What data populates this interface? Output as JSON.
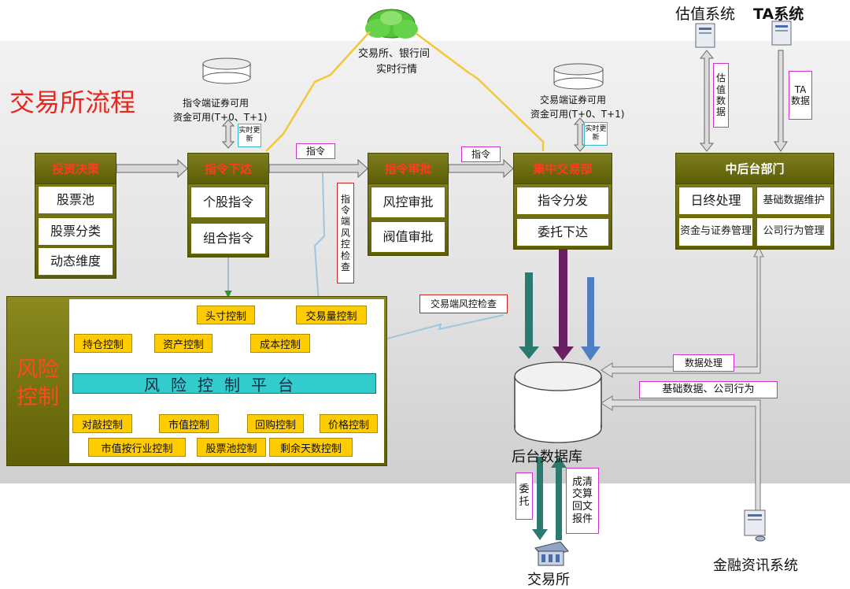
{
  "title": "交易所流程",
  "cloud": {
    "line1": "交易所、银行间",
    "line2": "实时行情"
  },
  "top_systems": {
    "valuation": "估值系统",
    "ta": "TA系统"
  },
  "flow_tags": {
    "valuation_data": "估值数据",
    "ta_data": "TA数据",
    "instruction_1": "指令",
    "instruction_2": "指令",
    "realtime_update_1": "实时更新",
    "realtime_update_2": "实时更新",
    "instruction_risk_check": "指令端风控检查",
    "exchange_risk_check": "交易端风控检查",
    "data_processing": "数据处理",
    "basic_data_corporate_action": "基础数据、公司行为",
    "entrust": "委托",
    "settlement_report": "成清交算回文报件"
  },
  "db_labels": {
    "instruction_db_line1": "指令端证券可用",
    "instruction_db_line2": "资金可用(T+0、T+1)",
    "trading_db_line1": "交易端证券可用",
    "trading_db_line2": "资金可用(T+0、T+1)",
    "backend_db": "后台数据库"
  },
  "modules": {
    "investment": {
      "header": "投资决策",
      "items": [
        "股票池",
        "股票分类",
        "动态维度"
      ]
    },
    "instruction": {
      "header": "指令下达",
      "items": [
        "个股指令",
        "组合指令"
      ]
    },
    "approval": {
      "header": "指令审批",
      "items": [
        "风控审批",
        "阀值审批"
      ]
    },
    "trading": {
      "header": "集中交易部",
      "items": [
        "指令分发",
        "委托下达"
      ]
    },
    "backoffice": {
      "header": "中后台部门",
      "items": [
        "日终处理",
        "基础数据维护",
        "资金与证券管理",
        "公司行为管理"
      ]
    }
  },
  "risk": {
    "label": "风险控制",
    "platform": "风险控制平台",
    "top_controls": [
      "头寸控制",
      "交易量控制",
      "持仓控制",
      "资产控制",
      "成本控制"
    ],
    "bottom_controls": [
      "对敲控制",
      "市值控制",
      "回购控制",
      "价格控制",
      "市值按行业控制",
      "股票池控制",
      "剩余天数控制"
    ]
  },
  "endpoints": {
    "exchange": "交易所",
    "financial_info": "金融资讯系统"
  },
  "colors": {
    "header_olive": "#6b6b10",
    "header_text": "#ff3b1e",
    "platform_cyan": "#33cccc",
    "tag_magenta": "#cc33cc",
    "control_yellow": "#ffcc00",
    "title_red": "#e8281e"
  }
}
